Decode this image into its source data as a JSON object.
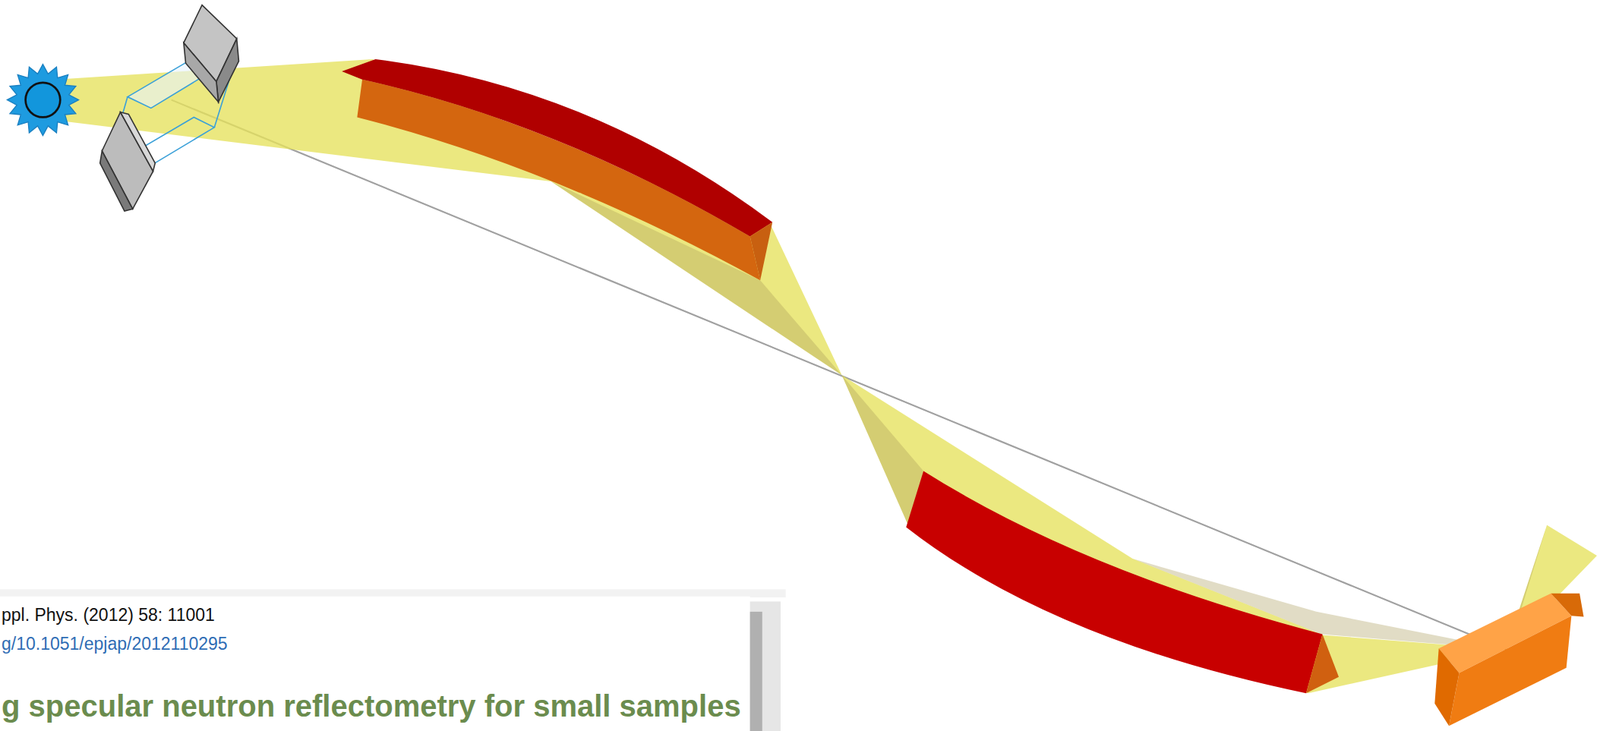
{
  "diagram": {
    "labels": [
      "ppl. Phys. (2012) 58: 11001",
      "g/10.1051/epjap/2012110295",
      "g specular neutron reflectometry for small samples"
    ]
  }
}
